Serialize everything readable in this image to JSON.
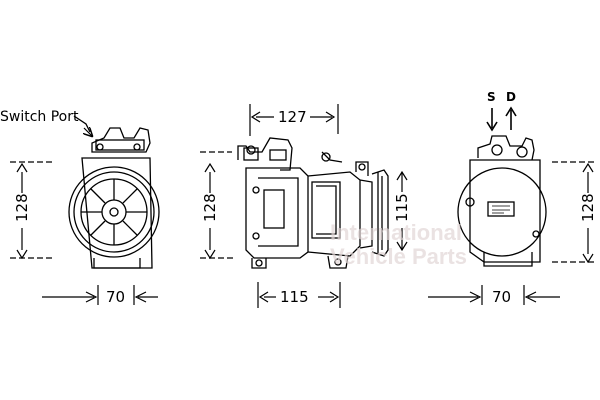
{
  "labels": {
    "switch_port": "Switch Port",
    "suction": "S",
    "discharge": "D"
  },
  "dimensions": {
    "front_height": "128",
    "front_width": "70",
    "side_height": "128",
    "side_top_length": "127",
    "side_body_height": "115",
    "side_bottom_length": "115",
    "rear_height": "128",
    "rear_width": "70"
  },
  "watermark": {
    "line1": "International",
    "line2": "Vehicle Parts"
  },
  "colors": {
    "stroke": "#000000",
    "watermark": "#e2d6d6"
  }
}
